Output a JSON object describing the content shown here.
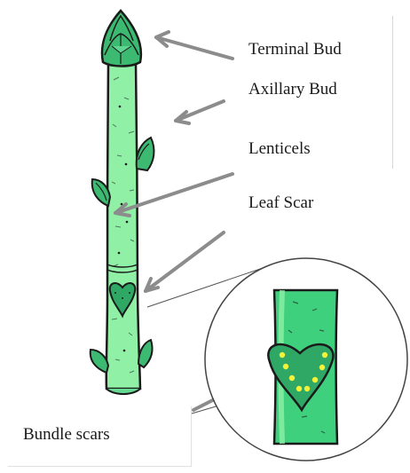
{
  "labels": {
    "terminal_bud": "Terminal Bud",
    "axillary_bud": "Axillary Bud",
    "lenticels": "Lenticels",
    "leaf_scar": "Leaf Scar",
    "bundle_scars": "Bundle scars"
  },
  "colors": {
    "stem": "#8ff0a6",
    "stem_dark": "#3fd07e",
    "bud": "#3cba72",
    "bud_light": "#5fd592",
    "outline": "#1b1b1b",
    "arrow": "#8c8c8c",
    "scar": "#2fa866",
    "bundle_dots": "#f2f23a"
  }
}
